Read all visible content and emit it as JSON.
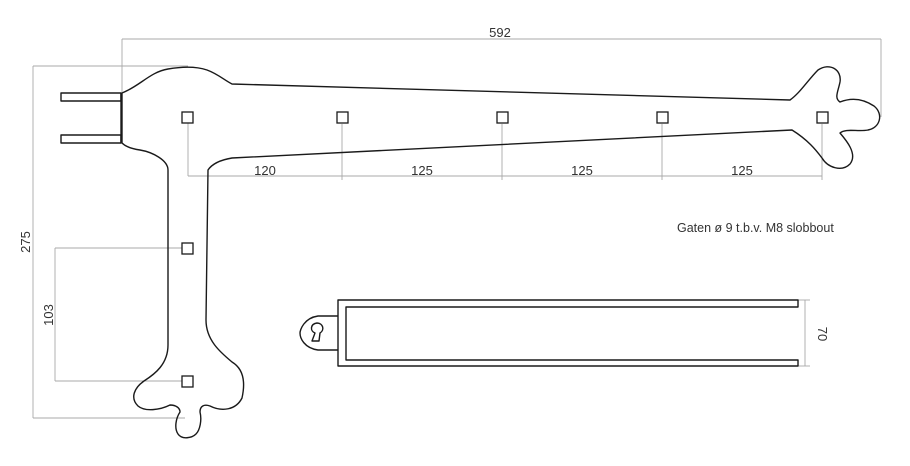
{
  "dimensions": {
    "overall_length": "592",
    "spacing_1": "120",
    "spacing_2": "125",
    "spacing_3": "125",
    "spacing_4": "125",
    "overall_height": "275",
    "vertical_spacing": "103",
    "profile_height": "70"
  },
  "note": "Gaten ø 9  t.b.v. M8 slobbout"
}
